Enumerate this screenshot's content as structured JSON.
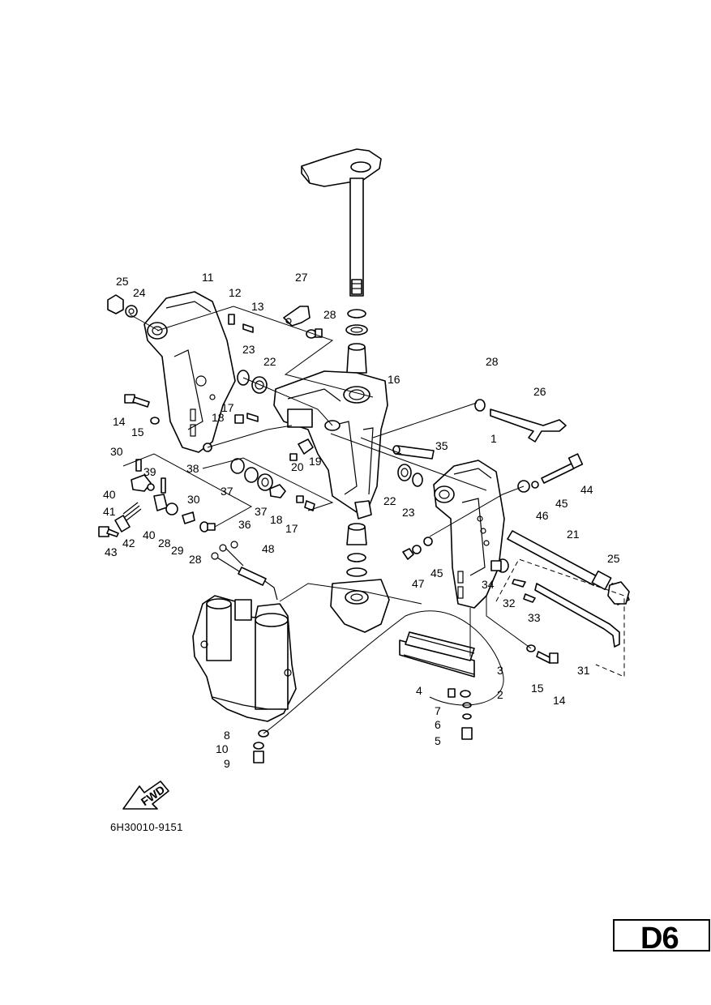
{
  "document": {
    "code": "6H30010-9151",
    "page_label": "D6",
    "fwd_label": "FWD"
  },
  "callouts": [
    "1",
    "2",
    "3",
    "4",
    "5",
    "6",
    "7",
    "8",
    "9",
    "10",
    "11",
    "12",
    "13",
    "14",
    "14",
    "15",
    "15",
    "16",
    "17",
    "17",
    "18",
    "18",
    "19",
    "20",
    "21",
    "22",
    "22",
    "23",
    "23",
    "24",
    "25",
    "25",
    "26",
    "27",
    "28",
    "28",
    "28",
    "28",
    "29",
    "30",
    "30",
    "31",
    "32",
    "33",
    "34",
    "35",
    "36",
    "37",
    "37",
    "38",
    "39",
    "40",
    "40",
    "41",
    "42",
    "43",
    "44",
    "45",
    "45",
    "46",
    "47",
    "48"
  ]
}
